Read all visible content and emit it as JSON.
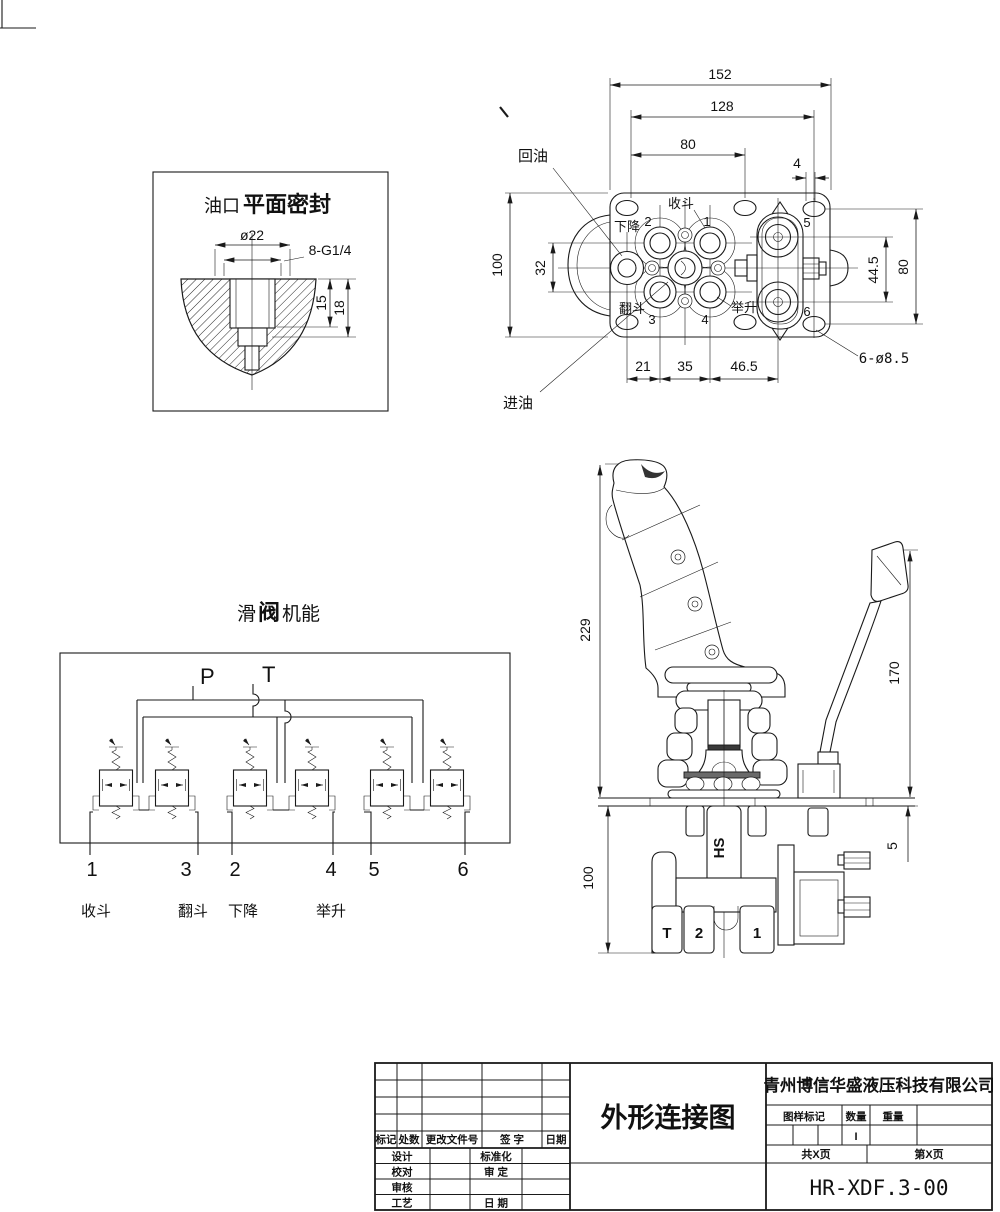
{
  "meta": {
    "bg": "#ffffff",
    "ink": "#1a1a1a"
  },
  "detail_view": {
    "title_prefix": "油口",
    "title_bold": "平面密封",
    "dia": "ø22",
    "thread": "8-G1/4",
    "depth1": "15",
    "depth2": "18"
  },
  "top_view": {
    "dim_152": "152",
    "dim_128": "128",
    "dim_80_top": "80",
    "dim_4": "4",
    "dim_100": "100",
    "dim_32": "32",
    "dim_44_5": "44.5",
    "dim_80_right": "80",
    "dim_21": "21",
    "dim_35": "35",
    "dim_46_5": "46.5",
    "holes": "6-ø8.5",
    "label_return": "回油",
    "label_inlet": "进油",
    "port_labels": {
      "shou": "收斗",
      "xia": "下降",
      "fan": "翻斗",
      "ju": "举升"
    },
    "port_numbers": [
      "1",
      "2",
      "3",
      "4",
      "5",
      "6"
    ]
  },
  "schematic": {
    "title_pre": "滑",
    "title_bold": "阀",
    "title_post": "机能",
    "p": "P",
    "t": "T",
    "ports": [
      "1",
      "3",
      "2",
      "4",
      "5",
      "6"
    ],
    "functions": [
      "收斗",
      "翻斗",
      "下降",
      "举升"
    ]
  },
  "side_view": {
    "dim_229": "229",
    "dim_170": "170",
    "dim_100": "100",
    "dim_5": "5",
    "body_mark": "HS",
    "ports": [
      "T",
      "2",
      "1"
    ]
  },
  "title_block": {
    "drawing_title": "外形连接图",
    "company": "青州博信华盛液压科技有限公司",
    "drawing_no": "HR-XDF.3-00",
    "rev_cols": [
      "标记",
      "处数",
      "更改文件号",
      "签 字",
      "日期"
    ],
    "roles": {
      "design": "设计",
      "check": "校对",
      "review": "审核",
      "process": "工艺",
      "standard": "标准化",
      "approve": "审 定",
      "date": "日 期"
    },
    "stamp": {
      "mark": "图样标记",
      "qty": "数量",
      "weight": "重量",
      "qty_value": "I",
      "pages_total": "共X页",
      "page_no": "第X页"
    }
  }
}
